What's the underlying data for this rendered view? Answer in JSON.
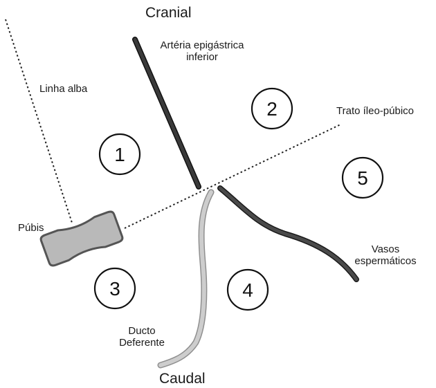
{
  "orientation": {
    "top": "Cranial",
    "bottom": "Caudal"
  },
  "labels": {
    "linha_alba": "Linha alba",
    "arteria_line1": "Artéria epigástrica",
    "arteria_line2": "inferior",
    "trato": "Trato íleo-púbico",
    "pubis": "Púbis",
    "vasos_line1": "Vasos",
    "vasos_line2": "espermáticos",
    "ducto_line1": "Ducto",
    "ducto_line2": "Deferente"
  },
  "zones": [
    "1",
    "2",
    "3",
    "4",
    "5"
  ],
  "colors": {
    "artery": "#2b2b2b",
    "vessels": "#444444",
    "ductus": "#c2c2c2",
    "pubis_fill": "#b9b9b9",
    "pubis_stroke": "#555555"
  }
}
